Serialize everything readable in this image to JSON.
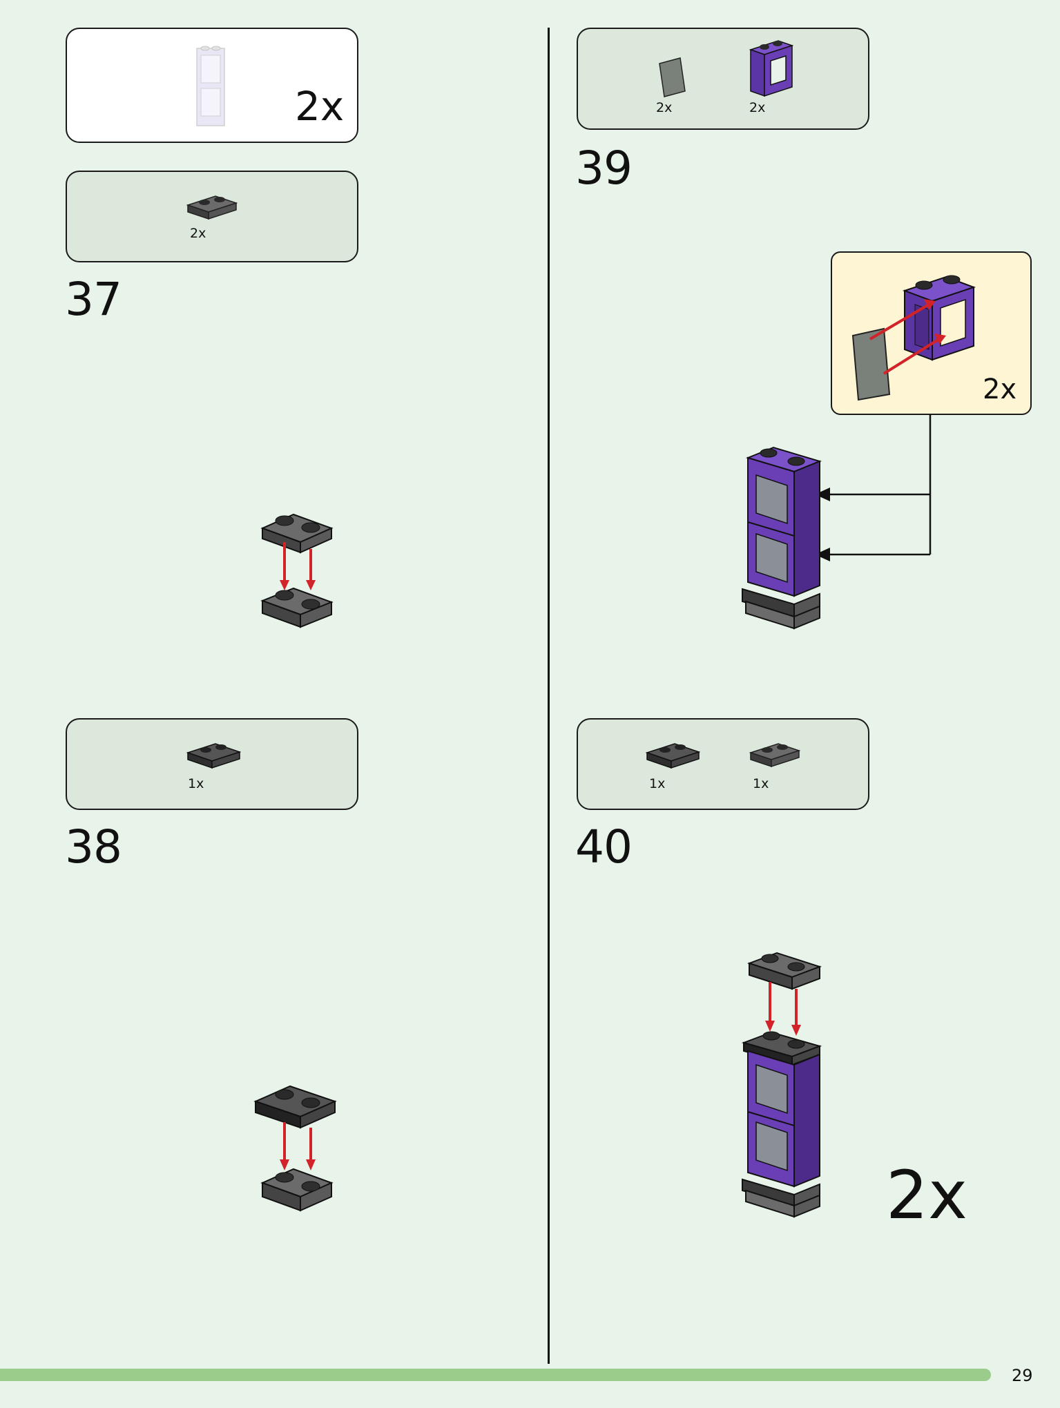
{
  "steps": [
    {
      "number": "37",
      "parts_box": {
        "items": [
          {
            "qty": "2x"
          }
        ]
      },
      "subassembly_qty": "2x"
    },
    {
      "number": "38",
      "parts_box": {
        "items": [
          {
            "qty": "1x"
          }
        ]
      }
    },
    {
      "number": "39",
      "parts_box": {
        "items": [
          {
            "qty": "2x"
          },
          {
            "qty": "2x"
          }
        ]
      },
      "callout": {
        "qty": "2x"
      }
    },
    {
      "number": "40",
      "parts_box": {
        "items": [
          {
            "qty": "1x"
          },
          {
            "qty": "1x"
          }
        ]
      },
      "build_multiplier": "2x"
    }
  ],
  "page_number": "29",
  "colors": {
    "background": "#e8f3e9",
    "parts_box": "#dce8dc",
    "callout": "#fdf5d3",
    "progress_bar": "#9ccc8c",
    "arrow_red": "#d2232a",
    "brick_purple": "#6a3fb5",
    "brick_dark_grey": "#4a4a4a"
  }
}
